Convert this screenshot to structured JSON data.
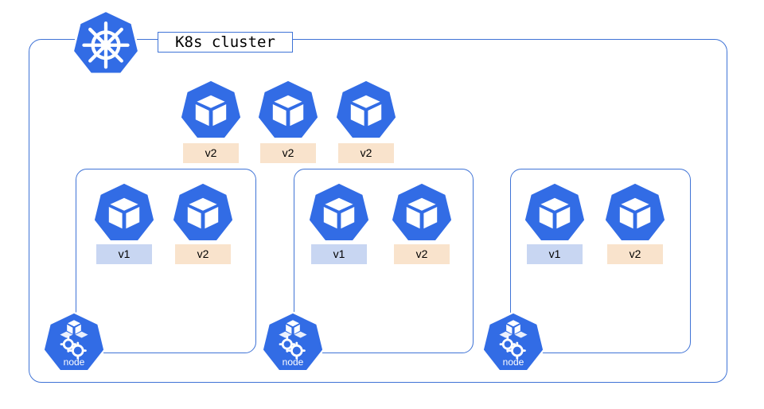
{
  "cluster": {
    "label": "K8s cluster",
    "icon": "helm-wheel-icon"
  },
  "unscheduled_pods": [
    {
      "version": "v2"
    },
    {
      "version": "v2"
    },
    {
      "version": "v2"
    }
  ],
  "nodes": [
    {
      "label": "node",
      "pods": [
        {
          "version": "v1"
        },
        {
          "version": "v2"
        }
      ]
    },
    {
      "label": "node",
      "pods": [
        {
          "version": "v1"
        },
        {
          "version": "v2"
        }
      ]
    },
    {
      "label": "node",
      "pods": [
        {
          "version": "v1"
        },
        {
          "version": "v2"
        }
      ]
    }
  ],
  "colors": {
    "primary": "#326ce5",
    "frame": "#3f73d6",
    "v1_tag": "#c8d6f2",
    "v2_tag": "#f9e3cc"
  }
}
